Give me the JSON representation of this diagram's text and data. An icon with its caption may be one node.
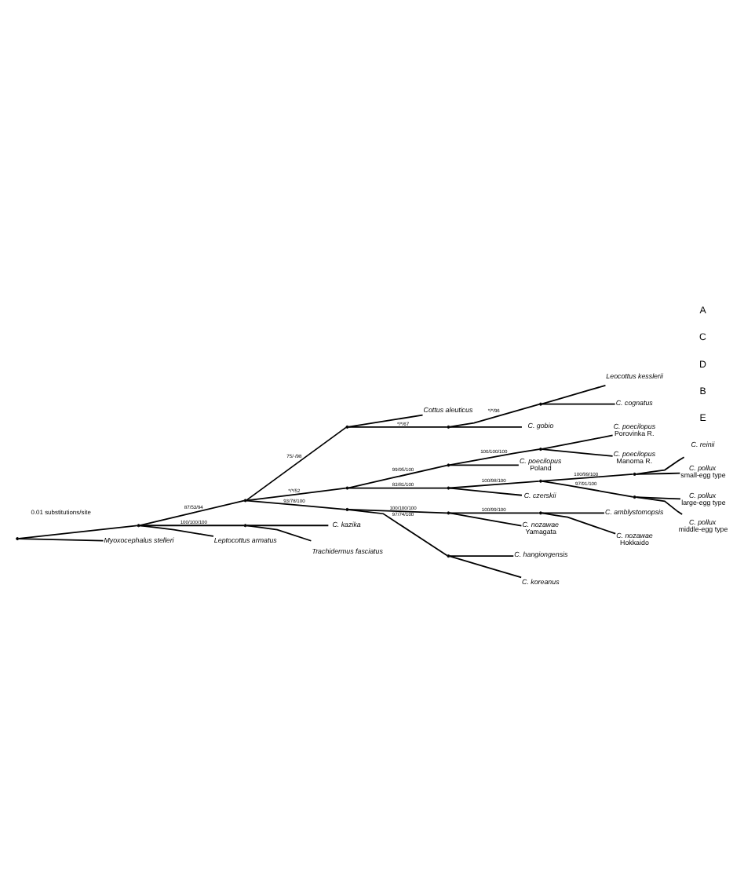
{
  "diagram": {
    "nodes": [
      {
        "text": [],
        "shape": "point"
      },
      {
        "text": [],
        "shape": "point"
      },
      {
        "text": [],
        "shape": "point"
      },
      {
        "text": [],
        "shape": "point"
      },
      {
        "text": [
          "Cottus aleuticus"
        ]
      },
      {
        "text": [],
        "shape": "point"
      },
      {
        "text": [],
        "shape": "point"
      },
      {
        "text": [
          "Leocottus kesslerii"
        ]
      },
      {
        "text": [
          "C. cognatus"
        ]
      },
      {
        "text": [
          "C. gobio"
        ]
      },
      {
        "text": [],
        "shape": "point"
      },
      {
        "text": [],
        "shape": "point"
      },
      {
        "text": [],
        "shape": "point"
      },
      {
        "text": [
          "C. poecilopus",
          "Porovinka R."
        ]
      },
      {
        "text": [
          "C. poecilopus",
          "Manoma R."
        ]
      },
      {
        "text": [
          "C. poecilopus",
          "Poland"
        ]
      },
      {
        "text": [],
        "shape": "point"
      },
      {
        "text": [],
        "shape": "point"
      },
      {
        "text": [],
        "shape": "point"
      },
      {
        "text": [
          "C. reinii"
        ]
      },
      {
        "text": [
          "C. pollux",
          "small-egg type"
        ]
      },
      {
        "text": [],
        "shape": "point"
      },
      {
        "text": [
          "C. pollux",
          "large-egg type"
        ]
      },
      {
        "text": [
          "C. pollux",
          "middle-egg type"
        ]
      },
      {
        "text": [
          "C. czerskii"
        ]
      },
      {
        "text": [],
        "shape": "point"
      },
      {
        "text": [],
        "shape": "point"
      },
      {
        "text": [],
        "shape": "point"
      },
      {
        "text": [
          "C. amblystomopsis"
        ]
      },
      {
        "text": [
          "C. nozawae",
          "Hokkaido"
        ]
      },
      {
        "text": [
          "C. nozawae",
          "Yamagata"
        ]
      },
      {
        "text": [],
        "shape": "point"
      },
      {
        "text": [
          "C. hangiongensis"
        ]
      },
      {
        "text": [
          "C. koreanus"
        ]
      },
      {
        "text": [],
        "shape": "point"
      },
      {
        "text": [
          "C. kazika"
        ]
      },
      {
        "text": [
          "Trachidermus fasciatus"
        ]
      },
      {
        "text": [
          "Leptocottus armatus"
        ]
      },
      {
        "text": [
          "Myoxocephalus stelleri"
        ]
      }
    ],
    "edges": [
      {
        "from": 0,
        "to": 1,
        "arrow": "none"
      },
      {
        "from": 1,
        "to": 2,
        "arrow": "none",
        "label": "87/53/94"
      },
      {
        "from": 2,
        "to": 3,
        "arrow": "none",
        "label": "75/-/98"
      },
      {
        "from": 3,
        "to": 4,
        "arrow": "none"
      },
      {
        "from": 3,
        "to": 5,
        "arrow": "none",
        "label": "*/*/67"
      },
      {
        "from": 5,
        "to": 6,
        "arrow": "none",
        "label": "*/*/96"
      },
      {
        "from": 6,
        "to": 7,
        "arrow": "none"
      },
      {
        "from": 6,
        "to": 8,
        "arrow": "none"
      },
      {
        "from": 5,
        "to": 9,
        "arrow": "none"
      },
      {
        "from": 2,
        "to": 10,
        "arrow": "none",
        "label": "*/*/52"
      },
      {
        "from": 10,
        "to": 11,
        "arrow": "none",
        "label": "99/95/100"
      },
      {
        "from": 11,
        "to": 12,
        "arrow": "none",
        "label": "100/100/100"
      },
      {
        "from": 12,
        "to": 13,
        "arrow": "none"
      },
      {
        "from": 12,
        "to": 14,
        "arrow": "none"
      },
      {
        "from": 11,
        "to": 15,
        "arrow": "none"
      },
      {
        "from": 10,
        "to": 16,
        "arrow": "none",
        "label": "83/81/100"
      },
      {
        "from": 16,
        "to": 17,
        "arrow": "none",
        "label": "100/98/100"
      },
      {
        "from": 17,
        "to": 18,
        "arrow": "none",
        "label": "100/99/100"
      },
      {
        "from": 18,
        "to": 19,
        "arrow": "none"
      },
      {
        "from": 18,
        "to": 20,
        "arrow": "none"
      },
      {
        "from": 17,
        "to": 21,
        "arrow": "none",
        "label": "97/91/100"
      },
      {
        "from": 21,
        "to": 22,
        "arrow": "none"
      },
      {
        "from": 21,
        "to": 23,
        "arrow": "none"
      },
      {
        "from": 16,
        "to": 24,
        "arrow": "none"
      },
      {
        "from": 2,
        "to": 25,
        "arrow": "none",
        "label": "93/78/100"
      },
      {
        "from": 25,
        "to": 26,
        "arrow": "none",
        "label": "100/100/100"
      },
      {
        "from": 26,
        "to": 27,
        "arrow": "none",
        "label": "100/99/100"
      },
      {
        "from": 27,
        "to": 28,
        "arrow": "none"
      },
      {
        "from": 27,
        "to": 29,
        "arrow": "none"
      },
      {
        "from": 26,
        "to": 30,
        "arrow": "none"
      },
      {
        "from": 25,
        "to": 31,
        "arrow": "none",
        "label": "97/74/100"
      },
      {
        "from": 31,
        "to": 32,
        "arrow": "none"
      },
      {
        "from": 31,
        "to": 33,
        "arrow": "none"
      },
      {
        "from": 1,
        "to": 34,
        "arrow": "none",
        "label": "100/100/100"
      },
      {
        "from": 34,
        "to": 35,
        "arrow": "none"
      },
      {
        "from": 34,
        "to": 36,
        "arrow": "none"
      },
      {
        "from": 1,
        "to": 37,
        "arrow": "none"
      },
      {
        "from": 0,
        "to": 38,
        "arrow": "none"
      }
    ],
    "labels": [
      "E",
      "B",
      "D",
      "C",
      "A",
      "0.01 substitutions/site"
    ]
  }
}
